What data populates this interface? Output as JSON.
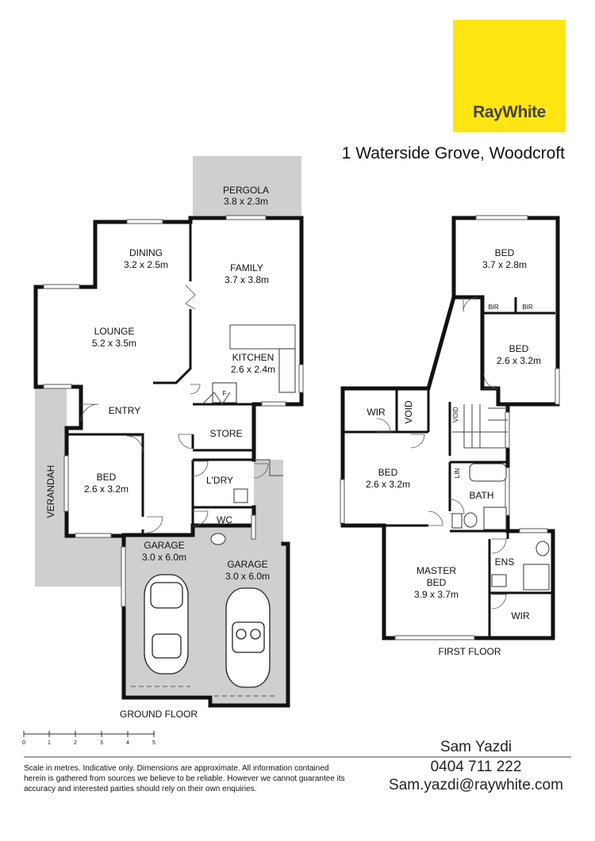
{
  "brand": {
    "logo_text": "RayWhite",
    "logo_bg": "#ffe512",
    "logo_fg": "#444444"
  },
  "address": "1 Waterside Grove, Woodcroft",
  "ground_floor": {
    "caption": "GROUND FLOOR",
    "rooms": [
      {
        "name": "PERGOLA",
        "dims": "3.8 x 2.3m"
      },
      {
        "name": "DINING",
        "dims": "3.2 x 2.5m"
      },
      {
        "name": "FAMILY",
        "dims": "3.7 x 3.8m"
      },
      {
        "name": "LOUNGE",
        "dims": "5.2 x 3.5m"
      },
      {
        "name": "KITCHEN",
        "dims": "2.6 x 2.4m"
      },
      {
        "name": "ENTRY",
        "dims": ""
      },
      {
        "name": "STORE",
        "dims": ""
      },
      {
        "name": "BED",
        "dims": "2.6 x 3.2m"
      },
      {
        "name": "L'DRY",
        "dims": ""
      },
      {
        "name": "VERANDAH",
        "dims": ""
      },
      {
        "name": "WC",
        "dims": ""
      },
      {
        "name": "GARAGE",
        "dims": "3.0 x 6.0m"
      },
      {
        "name": "GARAGE",
        "dims": "3.0 x 6.0m"
      }
    ],
    "fridge_label": "F"
  },
  "first_floor": {
    "caption": "FIRST FLOOR",
    "rooms": [
      {
        "name": "BED",
        "dims": "3.7 x 2.8m"
      },
      {
        "name": "BIR",
        "dims": ""
      },
      {
        "name": "BIR",
        "dims": ""
      },
      {
        "name": "BED",
        "dims": "2.6 x 3.2m"
      },
      {
        "name": "WIR",
        "dims": ""
      },
      {
        "name": "VOID",
        "dims": ""
      },
      {
        "name": "VOID",
        "dims": ""
      },
      {
        "name": "BED",
        "dims": "2.6 x 3.2m"
      },
      {
        "name": "LIN",
        "dims": ""
      },
      {
        "name": "BATH",
        "dims": ""
      },
      {
        "name": "ENS",
        "dims": ""
      },
      {
        "name": "MASTER",
        "dims": ""
      },
      {
        "name": "BED",
        "dims": "3.9 x 3.7m"
      },
      {
        "name": "WIR",
        "dims": ""
      }
    ]
  },
  "scale_bar": {
    "ticks": [
      "0",
      "1",
      "2",
      "3",
      "4",
      "5"
    ]
  },
  "disclaimer": [
    "Scale in metres. Indicative only. Dimensions are approximate. All information contained",
    "herein is gathered from sources we believe to be reliable. However we cannot guarantee its",
    "accuracy and interested parties should rely on their own enquiries."
  ],
  "agent": {
    "name": "Sam Yazdi",
    "phone": "0404 711 222",
    "email": "Sam.yazdi@raywhite.com"
  }
}
